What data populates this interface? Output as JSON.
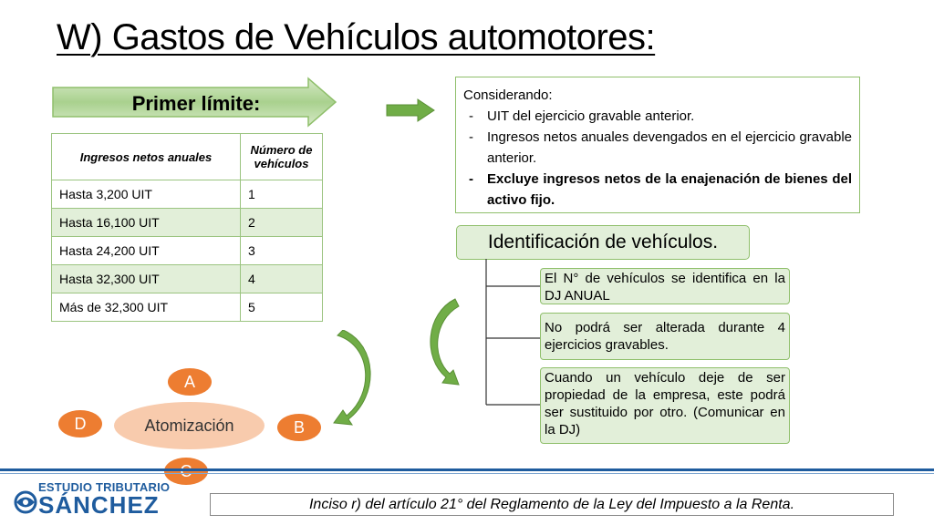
{
  "title": "W) Gastos de Vehículos automotores:",
  "limit_arrow": {
    "label": "Primer límite:"
  },
  "table": {
    "headers": [
      "Ingresos netos anuales",
      "Número de vehículos"
    ],
    "rows": [
      [
        "Hasta 3,200 UIT",
        "1"
      ],
      [
        "Hasta 16,100 UIT",
        "2"
      ],
      [
        "Hasta 24,200 UIT",
        "3"
      ],
      [
        "Hasta 32,300 UIT",
        "4"
      ],
      [
        "Más de 32,300 UIT",
        "5"
      ]
    ]
  },
  "considerando": {
    "heading": "Considerando:",
    "items": [
      "UIT del ejercicio gravable anterior.",
      "Ingresos netos anuales devengados en el ejercicio gravable anterior.",
      "Excluye ingresos netos de la enajenación de bienes del activo fijo."
    ]
  },
  "identificacion": {
    "heading": "Identificación de vehículos.",
    "items": [
      "El N° de vehículos se identifica en la DJ ANUAL",
      "No podrá ser alterada durante 4 ejercicios gravables.",
      "Cuando un vehículo deje de ser propiedad de la empresa, este podrá ser sustituido por otro. (Comunicar en la DJ)"
    ]
  },
  "atomizacion": {
    "center": "Atomización",
    "nodes": {
      "a": "A",
      "b": "B",
      "c": "C",
      "d": "D"
    }
  },
  "footer": {
    "reference": "Inciso r) del artículo 21° del Reglamento de la Ley del Impuesto a la Renta.",
    "logo_line1": "ESTUDIO TRIBUTARIO",
    "logo_line2": "SÁNCHEZ"
  },
  "colors": {
    "accent_green": "#8fbf6b",
    "light_green": "#e2efd9",
    "orange": "#ed7d31",
    "peach": "#f8cbad",
    "brand_blue": "#1f5c9e"
  }
}
